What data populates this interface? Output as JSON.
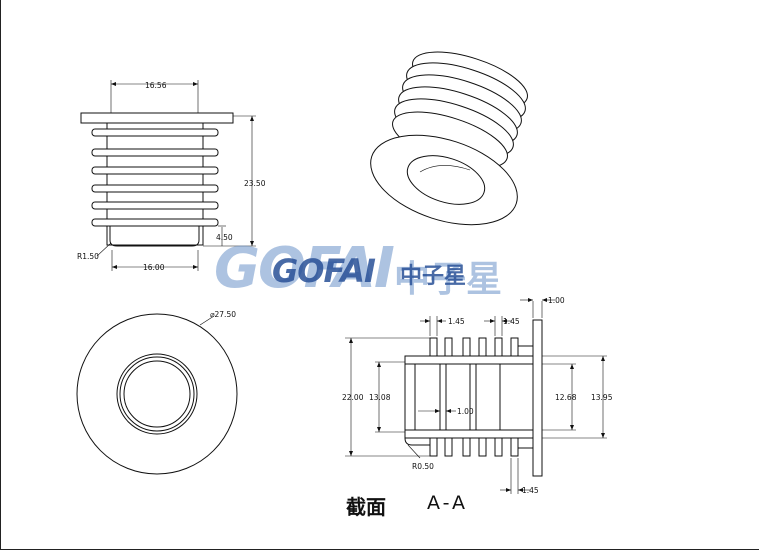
{
  "watermark": {
    "brand": "GOFAI",
    "brand_cn": "中子星"
  },
  "front_view": {
    "dims": {
      "top_width": "16.56",
      "height": "23.50",
      "step_height": "4.50",
      "bottom_width": "16.00",
      "radius": "R1.50"
    }
  },
  "bottom_view": {
    "dims": {
      "outer_diameter": "⌀27.50"
    }
  },
  "section_view": {
    "dims": {
      "flange_thickness": "1.00",
      "rib_pitch_left": "1.45",
      "rib_pitch_right": "1.45",
      "overall_height": "22.00",
      "inner_left": "13.08",
      "wall": "1.00",
      "inner_right": "12.68",
      "outer_right": "13.95",
      "fillet": "R0.50",
      "bottom_rib": "1.45"
    },
    "caption": "截面",
    "section_label": "A-A"
  },
  "colors": {
    "line": "#111111",
    "watermark_light": "#6991c8",
    "watermark_dark": "#285096"
  }
}
